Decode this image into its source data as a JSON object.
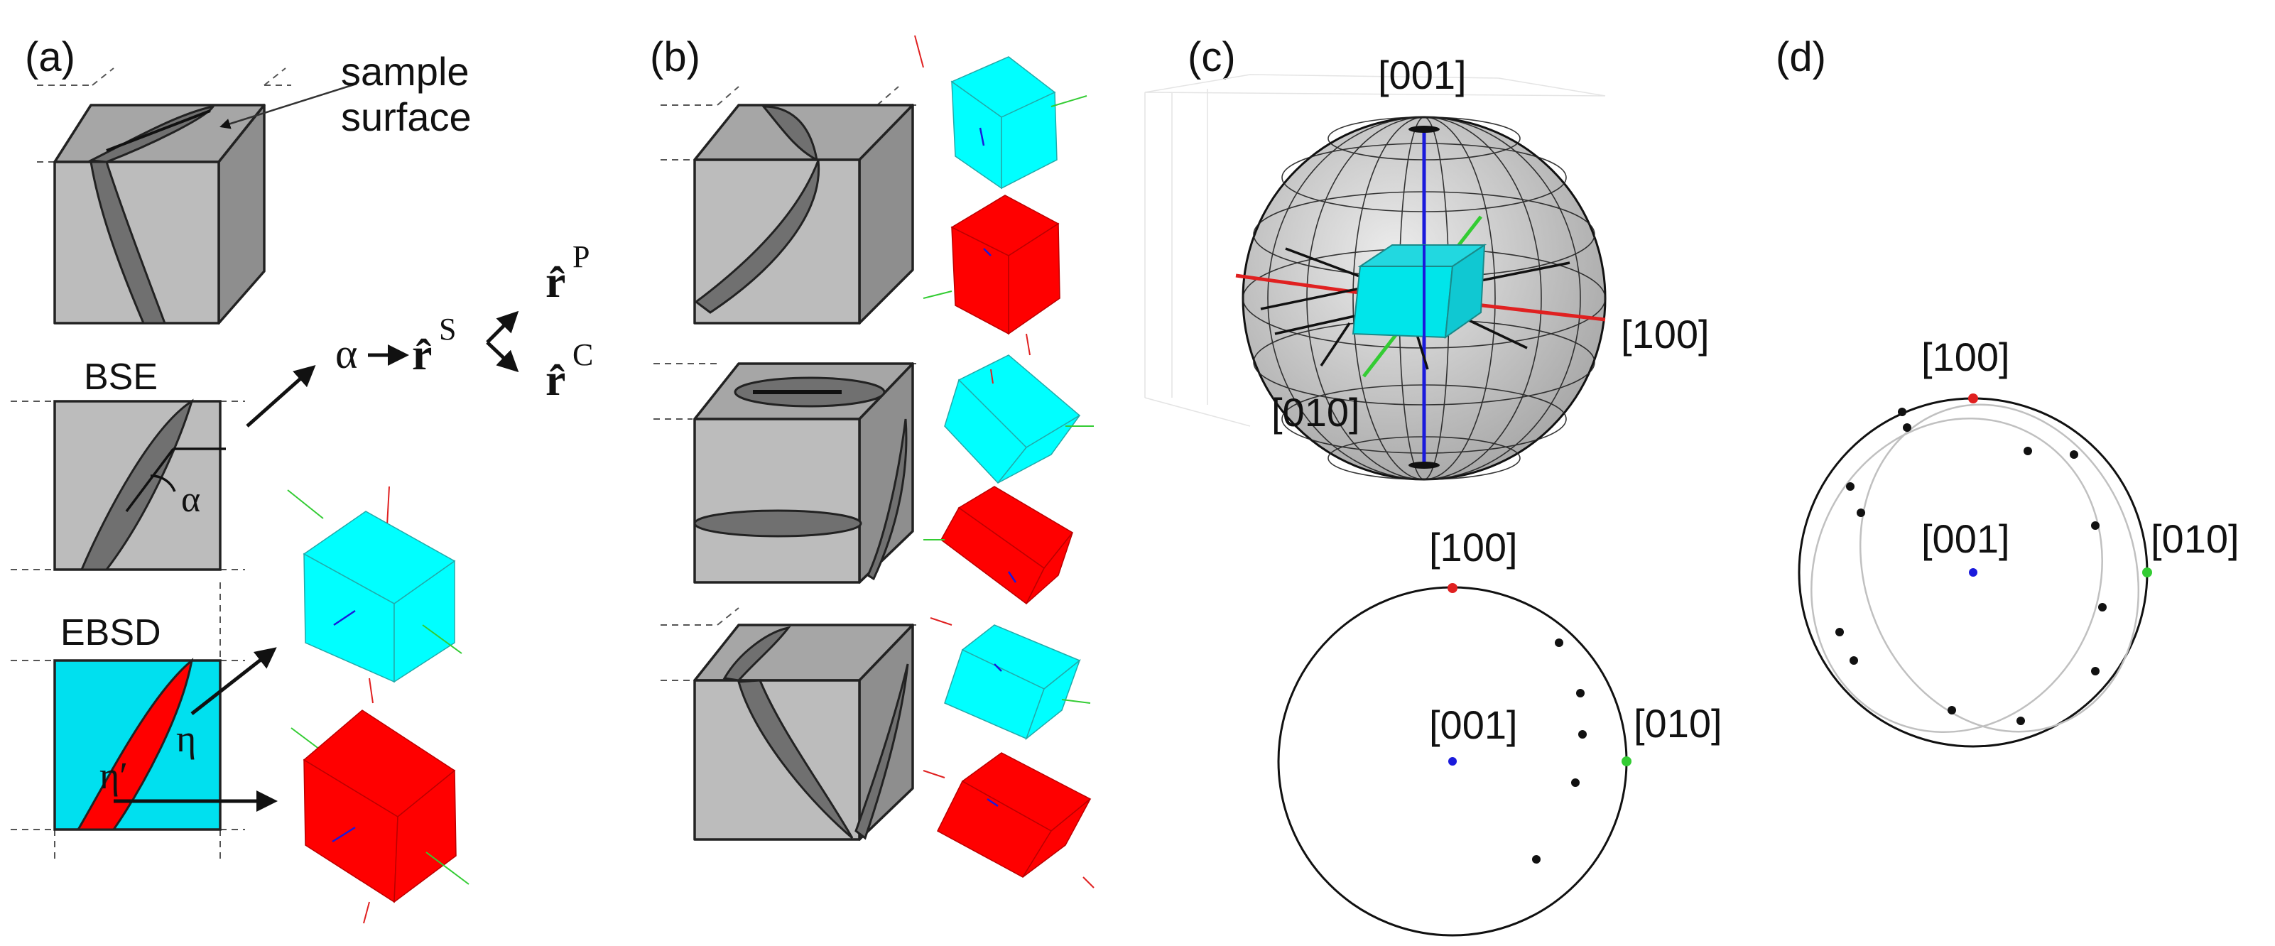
{
  "panels": {
    "a": {
      "tag": "(a)",
      "sample_surface": [
        "sample",
        "surface"
      ],
      "bse": "BSE",
      "ebsd": "EBSD",
      "alpha": "α",
      "eta": "η",
      "eta_prime": "η′",
      "r_s": "r̂",
      "r_s_sup": "S",
      "r_p": "r̂",
      "r_p_sup": "P",
      "r_c": "r̂",
      "r_c_sup": "C"
    },
    "b": {
      "tag": "(b)"
    },
    "c": {
      "tag": "(c)",
      "sphere_labels": {
        "top": "[001]",
        "right": "[100]",
        "left": "[010]"
      },
      "pf_labels": {
        "top": "[100]",
        "right": "[010]",
        "center": "[001]"
      }
    },
    "d": {
      "tag": "(d)",
      "pf_labels": {
        "top": "[100]",
        "right": "[010]",
        "center": "[001]"
      }
    }
  },
  "colors": {
    "cyan": "#00ffff",
    "red": "#ff0000",
    "gray_face": "#bcbcbc",
    "gray_side": "#8e8e8e",
    "gray_top": "#a6a6a6",
    "lamella": "#707070",
    "axis_blue": "#1a1adc",
    "axis_green": "#33cc33",
    "axis_red": "#e02020"
  }
}
